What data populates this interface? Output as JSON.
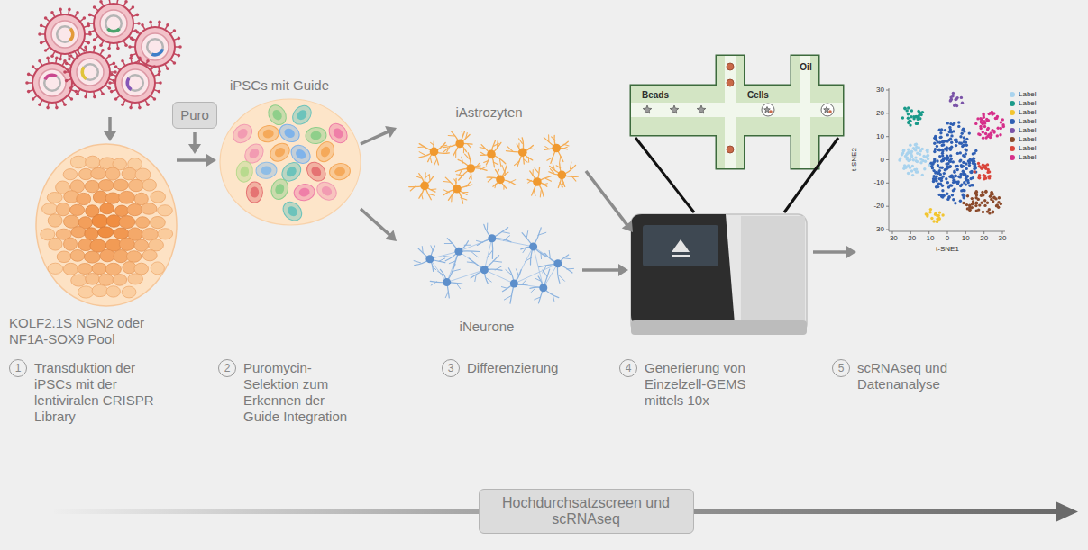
{
  "diagram": {
    "nodes": [
      {
        "text": [
          "KOLF2.1S NGN2 oder NF1A-SOX9 Pool"
        ]
      },
      {
        "text": [
          "Puro"
        ]
      },
      {
        "text": [
          "iPSCs mit Guide"
        ]
      },
      {
        "text": [
          "iAstrozyten"
        ]
      },
      {
        "text": [
          "iNeurone"
        ]
      },
      {
        "text": [
          "1"
        ]
      },
      {
        "text": [
          "2"
        ]
      },
      {
        "text": [
          "3"
        ]
      },
      {
        "text": [
          "4"
        ]
      },
      {
        "text": [
          "5"
        ]
      },
      {
        "text": [
          "Hochdurchsatzscreen und scRNAseq"
        ]
      }
    ],
    "edges": [
      {
        "from": 0,
        "to": 2,
        "arrow": "to"
      },
      {
        "from": 2,
        "to": 3,
        "arrow": "to"
      },
      {
        "from": 2,
        "to": 4,
        "arrow": "to"
      }
    ],
    "labels": [
      "Transduktion der iPSCs mit der lentiviralen CRISPR Library",
      "Puromycin-Selektion zum Erkennen der Guide Integration",
      "Differenzierung",
      "Generierung von Einzelzell-GEMS mittels 10x",
      "scRNAseq und Datenanalyse",
      "Beads",
      "Cells",
      "Oil",
      "30",
      "20",
      "10",
      "0",
      "-10",
      "-20",
      "-30",
      "-30",
      "-20",
      "-10",
      "0",
      "10",
      "20",
      "30",
      "t-SNE2",
      "t-SNE1"
    ],
    "legend": [
      {
        "text": "Label",
        "color": "#a9d3ee"
      },
      {
        "text": "Label",
        "color": "#1a9a8a"
      },
      {
        "text": "Label",
        "color": "#f2c530"
      },
      {
        "text": "Label",
        "color": "#2f5fb3"
      },
      {
        "text": "Label",
        "color": "#7b54a8"
      },
      {
        "text": "Label",
        "color": "#8b4a2b"
      },
      {
        "text": "Label",
        "color": "#d9453b"
      },
      {
        "text": "Label",
        "color": "#d62f8a"
      }
    ]
  }
}
